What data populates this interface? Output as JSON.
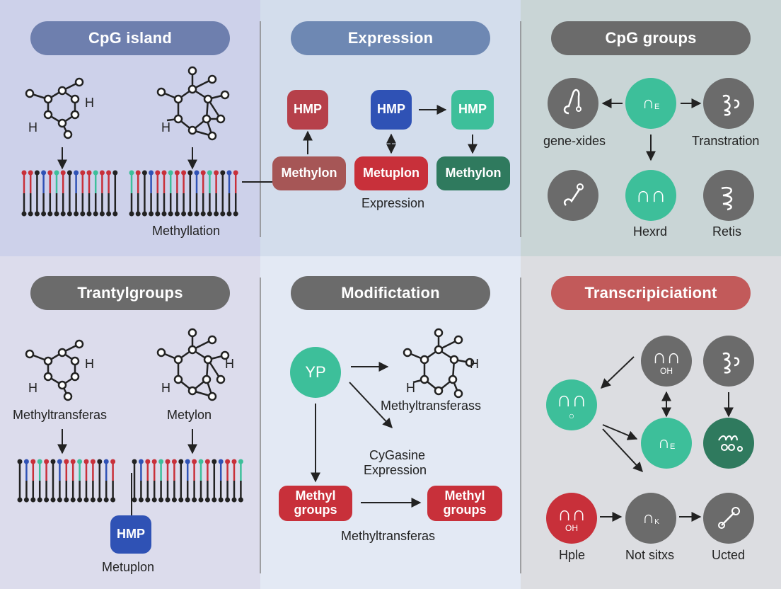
{
  "panels": {
    "p1": {
      "title": "CpG island",
      "h_top": "H",
      "h_left": "H",
      "h_right": "H",
      "caption": "Methyllation"
    },
    "p2": {
      "title": "Expression",
      "hmp1": "HMP",
      "hmp2": "HMP",
      "hmp3": "HMP",
      "box1": "Methylon",
      "box2": "Metuplon",
      "box3": "Methylon",
      "caption": "Expression"
    },
    "p3": {
      "title": "CpG groups",
      "c1_label": "gene-xides",
      "c3_label": "Transtration",
      "c5_label": "Hexrd",
      "c6_label": "Retis",
      "c2_glyph": "E"
    },
    "p4": {
      "title": "Trantylgroups",
      "h_top1": "H",
      "h_left1": "H",
      "h_top2": "H",
      "h_left2": "H",
      "label_left": "Methyltransferas",
      "label_right": "Metylon",
      "hmp": "HMP",
      "caption": "Metuplon"
    },
    "p5": {
      "title": "Modifictation",
      "yp": "YP",
      "h1": "H",
      "h2": "H",
      "label_mol": "Methyltransferass",
      "label_mid1": "CyGasine",
      "label_mid2": "Expression",
      "box1": "Methyl groups",
      "box2": "Methyl groups",
      "caption": "Methyltransferas"
    },
    "p6": {
      "title": "Transcripiciationt",
      "oh1": "OH",
      "oh2": "OH",
      "e_glyph": "E",
      "k_glyph": "K",
      "label1": "Hple",
      "label2": "Not sitxs",
      "label3": "Ucted"
    }
  },
  "colors": {
    "pill_blue": "#6e7fae",
    "pill_gray": "#6b6b6b",
    "pill_red": "#c25a5a",
    "red": "#c8303a",
    "blue": "#2f52b5",
    "teal": "#3dbf9a",
    "dark_teal": "#2f7a5e",
    "gray": "#6b6b6b"
  }
}
